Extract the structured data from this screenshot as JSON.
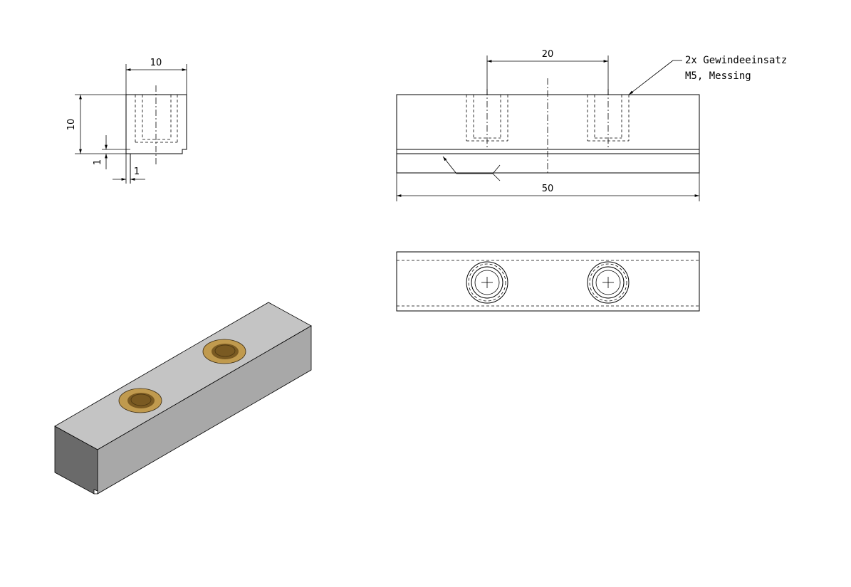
{
  "side_view": {
    "dim_width": "10",
    "dim_height": "10",
    "dim_step_h": "1",
    "dim_step_v": "1"
  },
  "front_view": {
    "dim_hole_spacing": "20",
    "dim_length": "50",
    "note_line1": "2x Gewindeeinsatz",
    "note_line2": "M5, Messing"
  },
  "colors": {
    "line": "#000000",
    "brass_outer": "#c09a4e",
    "brass_inner": "#7a5a22",
    "block_top": "#c4c4c4",
    "block_front": "#a8a8a8",
    "block_end": "#6a6a6a"
  }
}
